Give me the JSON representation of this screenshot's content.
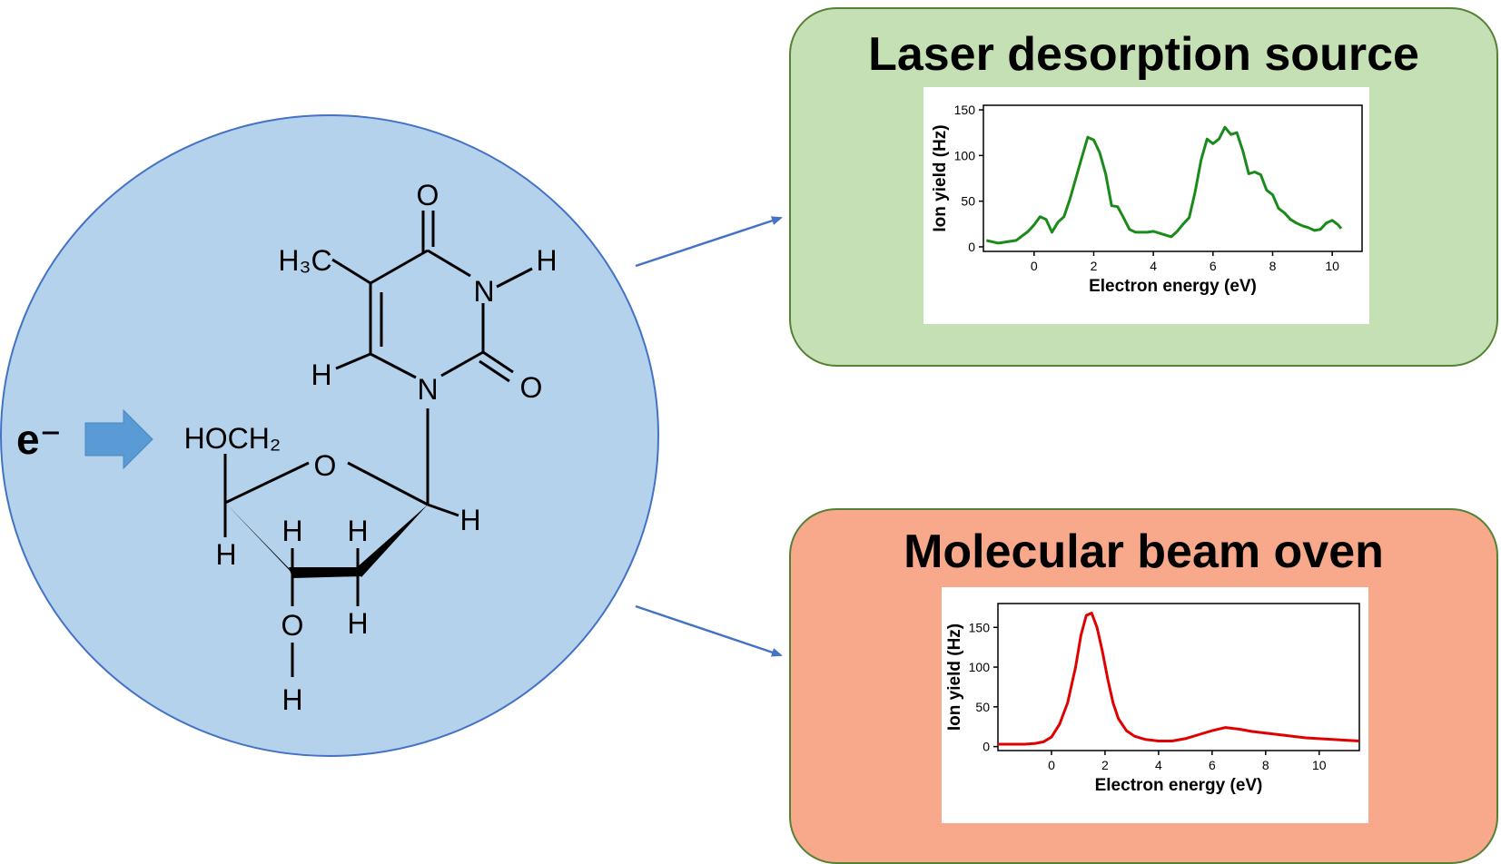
{
  "electron_label": "e⁻",
  "molecule": {
    "labels": {
      "o_top": "O",
      "ch3": "H₃C",
      "nh_h": "H",
      "n3": "N",
      "h6": "H",
      "n1": "N",
      "o2": "O",
      "hoch2": "HOCH₂",
      "ring_o": "O",
      "h1p": "H",
      "h4p": "H",
      "h3p_top": "H",
      "h2p_top": "H",
      "h3p_bottom": "H",
      "o3p": "O",
      "oh_h": "H"
    }
  },
  "panels": {
    "laser": {
      "title": "Laser desorption source"
    },
    "oven": {
      "title": "Molecular beam oven"
    }
  },
  "colors": {
    "circle_fill": "#b4d2ec",
    "circle_stroke": "#4472c4",
    "arrow_fill": "#5b9bd5",
    "connector": "#4472c4",
    "laser_box": "#c5e0b4",
    "oven_box": "#f8a98b",
    "laser_series": "#1a8a1a",
    "oven_series": "#e00000"
  },
  "chart_data": [
    {
      "type": "line",
      "xlabel": "Electron energy (eV)",
      "ylabel": "Ion yield (Hz)",
      "xlim": [
        -1.7,
        11.0
      ],
      "ylim": [
        -5,
        155
      ],
      "xticks": [
        0,
        2,
        4,
        6,
        8,
        10
      ],
      "yticks": [
        0,
        50,
        100,
        150
      ],
      "series": [
        {
          "color": "#1a8a1a",
          "x": [
            -1.6,
            -1.2,
            -0.6,
            -0.2,
            0.0,
            0.2,
            0.4,
            0.6,
            0.8,
            1.0,
            1.2,
            1.4,
            1.6,
            1.8,
            2.0,
            2.2,
            2.4,
            2.6,
            2.8,
            3.0,
            3.2,
            3.4,
            3.6,
            3.8,
            4.0,
            4.4,
            4.6,
            4.8,
            5.0,
            5.2,
            5.4,
            5.6,
            5.8,
            6.0,
            6.2,
            6.4,
            6.6,
            6.8,
            7.0,
            7.2,
            7.4,
            7.6,
            7.8,
            8.0,
            8.2,
            8.4,
            8.6,
            8.8,
            9.0,
            9.2,
            9.4,
            9.6,
            9.8,
            10.0,
            10.2,
            10.3
          ],
          "y": [
            7,
            4,
            7,
            17,
            24,
            33,
            30,
            16,
            27,
            33,
            52,
            75,
            98,
            120,
            117,
            103,
            80,
            45,
            44,
            32,
            19,
            16,
            16,
            16,
            17,
            13,
            11,
            17,
            25,
            32,
            60,
            95,
            118,
            113,
            118,
            131,
            123,
            125,
            105,
            80,
            82,
            79,
            62,
            57,
            42,
            37,
            30,
            26,
            23,
            21,
            18,
            19,
            26,
            29,
            24,
            20
          ]
        }
      ]
    },
    {
      "type": "line",
      "xlabel": "Electron energy (eV)",
      "ylabel": "Ion yield (Hz)",
      "xlim": [
        -2.0,
        11.5
      ],
      "ylim": [
        -5,
        180
      ],
      "xticks": [
        0,
        2,
        4,
        6,
        8,
        10
      ],
      "yticks": [
        0,
        50,
        100,
        150
      ],
      "series": [
        {
          "color": "#e00000",
          "x": [
            -2.0,
            -1.0,
            -0.6,
            -0.3,
            0.0,
            0.3,
            0.6,
            0.9,
            1.1,
            1.3,
            1.5,
            1.7,
            1.9,
            2.1,
            2.3,
            2.5,
            2.8,
            3.1,
            3.5,
            4.0,
            4.5,
            5.0,
            5.5,
            6.0,
            6.5,
            7.0,
            7.5,
            8.0,
            8.5,
            9.0,
            9.5,
            10.0,
            10.5,
            11.0,
            11.5
          ],
          "y": [
            3,
            3,
            4,
            6,
            12,
            28,
            55,
            100,
            140,
            165,
            168,
            150,
            120,
            85,
            55,
            35,
            20,
            13,
            9,
            7,
            7,
            10,
            15,
            20,
            24,
            22,
            19,
            17,
            15,
            13,
            11,
            10,
            9,
            8,
            7
          ]
        }
      ]
    }
  ]
}
